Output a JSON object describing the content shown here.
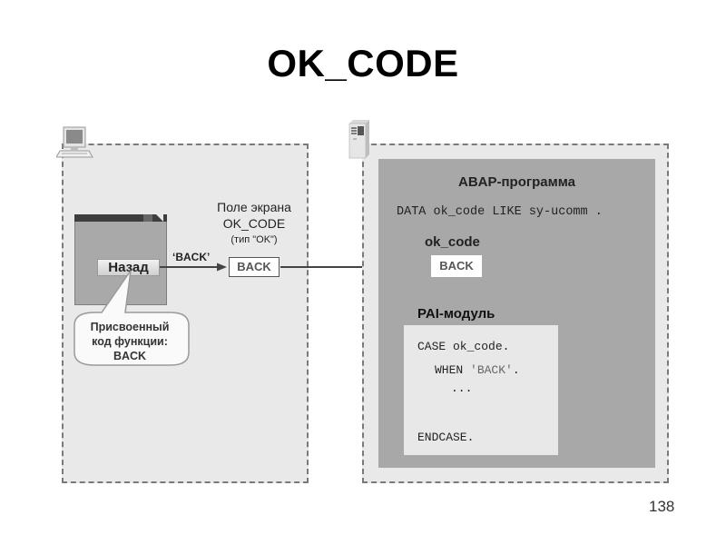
{
  "title": "OK_CODE",
  "client": {
    "icon": "computer-icon",
    "screen": {
      "button_label": "Назад"
    },
    "transfer_label": "‘BACK’",
    "screen_field": {
      "label_line1": "Поле экрана",
      "label_line2": "OK_CODE",
      "label_line3": "(тип \"OK\")",
      "value": "BACK"
    },
    "callout": {
      "line1": "Присвоенный",
      "line2": "код функции:",
      "line3": "BACK"
    }
  },
  "server": {
    "icon": "server-icon",
    "program_title": "ABAP-программа",
    "data_declaration": "DATA ok_code LIKE sy-ucomm .",
    "variable_label": "ok_code",
    "variable_value": "BACK",
    "module_title": "PAI-модуль",
    "code": {
      "line1": "CASE ok_code.",
      "line2_keyword": "WHEN ",
      "line2_value": "'BACK'",
      "line2_end": ".",
      "line3": "...",
      "line4": "ENDCASE."
    }
  },
  "page_number": "138"
}
